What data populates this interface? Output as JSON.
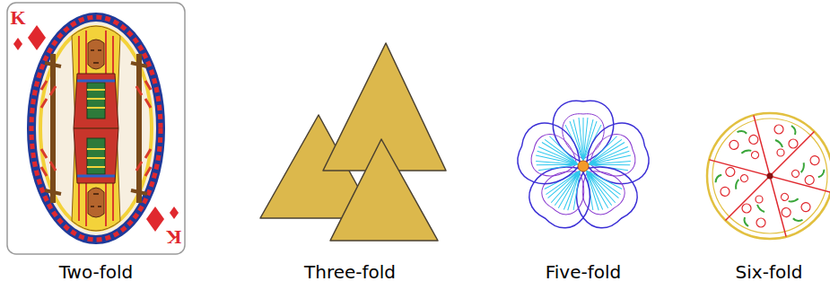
{
  "diagram": {
    "labels": [
      "K",
      "K",
      "Two-fold",
      "Three-fold",
      "Five-fold",
      "Six-fold"
    ]
  }
}
